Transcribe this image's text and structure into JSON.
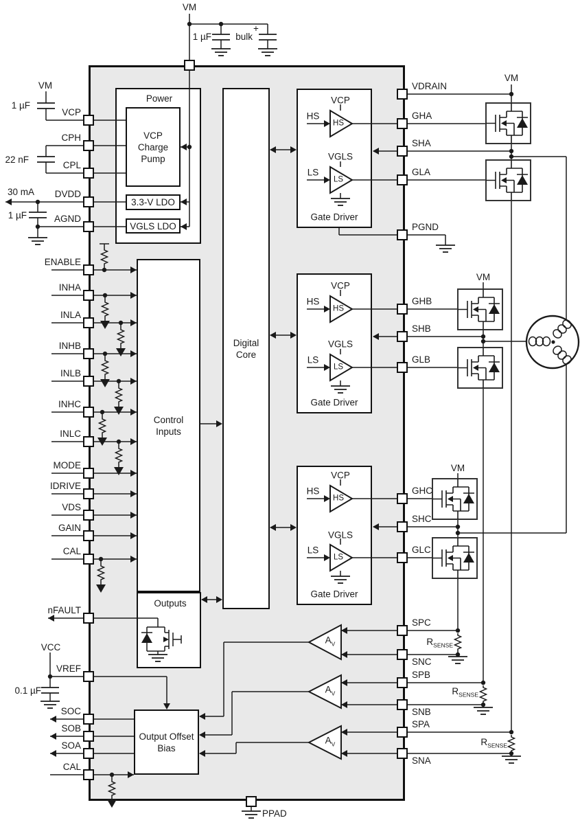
{
  "supply": {
    "vm": "VM",
    "cap": "1 µF",
    "bulk": "bulk",
    "plus": "+"
  },
  "left": {
    "vm": "VM",
    "cap_vcp": "1 µF",
    "cap_cp": "22 nF",
    "current": "30 mA",
    "cap_dvdd": "1 µF",
    "vcc": "VCC",
    "cap_vref": "0.1 µF",
    "pins": [
      "VCP",
      "CPH",
      "CPL",
      "DVDD",
      "AGND",
      "ENABLE",
      "INHA",
      "INLA",
      "INHB",
      "INLB",
      "INHC",
      "INLC",
      "MODE",
      "IDRIVE",
      "VDS",
      "GAIN",
      "CAL",
      "nFAULT",
      "VREF",
      "SOC",
      "SOB",
      "SOA",
      "CAL"
    ]
  },
  "right": {
    "vm": "VM",
    "pins": [
      "VDRAIN",
      "GHA",
      "SHA",
      "GLA",
      "PGND",
      "GHB",
      "SHB",
      "GLB",
      "GHC",
      "SHC",
      "GLC",
      "SPC",
      "SNC",
      "SPB",
      "SNB",
      "SPA",
      "SNA"
    ]
  },
  "ppad": "PPAD",
  "rsense": {
    "main": "R",
    "sub": "SENSE"
  },
  "amp": {
    "main": "A",
    "sub": "V"
  },
  "blocks": {
    "power": "Power",
    "charge_pump": "VCP\nCharge\nPump",
    "ldo33": "3.3-V LDO",
    "ldo_vgls": "VGLS LDO",
    "digital": "Digital\nCore",
    "control": "Control\nInputs",
    "outputs": "Outputs",
    "oob": "Output Offset\nBias",
    "gate_driver": "Gate Driver",
    "vcp": "VCP",
    "vgls": "VGLS",
    "hs": "HS",
    "ls": "LS"
  },
  "colors": {
    "chip_fill": "#e9e9e9",
    "line": "#1a1a1a"
  }
}
